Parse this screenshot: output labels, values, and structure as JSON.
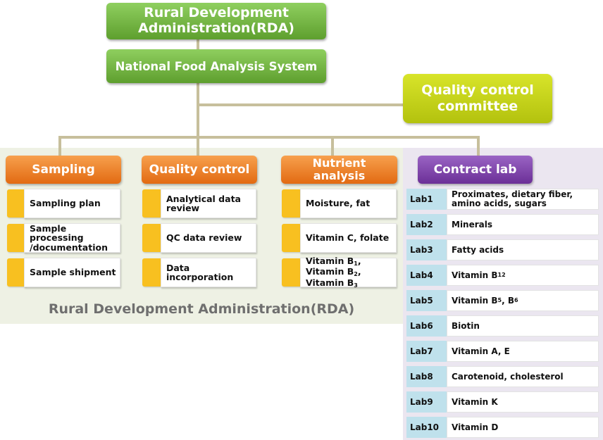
{
  "top": {
    "rda_line1": "Rural Development",
    "rda_line2": "Administration(RDA)",
    "nfas": "National Food Analysis System"
  },
  "qc_committee": {
    "line1": "Quality control",
    "line2": "committee"
  },
  "panel_title": "Rural Development Administration(RDA)",
  "columns": [
    {
      "header": "Sampling",
      "items": [
        "Sampling plan",
        "Sample processing /documentation",
        "Sample shipment"
      ]
    },
    {
      "header": "Quality control",
      "items": [
        "Analytical data review",
        "QC data review",
        "Data incorporation"
      ]
    },
    {
      "header_line1": "Nutrient",
      "header_line2": "analysis",
      "items": [
        "Moisture, fat",
        "Vitamin C, folate"
      ],
      "vitb": {
        "text": "Vitamin B",
        "s1": "1",
        "s2": "2",
        "s3": "3",
        "sep": ", "
      }
    }
  ],
  "contract": {
    "header": "Contract lab",
    "labs": [
      {
        "label": "Lab1",
        "desc": "Proximates, dietary fiber, amino acids, sugars"
      },
      {
        "label": "Lab2",
        "desc": "Minerals"
      },
      {
        "label": "Lab3",
        "desc": "Fatty acids"
      },
      {
        "label": "Lab4",
        "desc_main": "Vitamin B",
        "desc_sub": "12"
      },
      {
        "label": "Lab5",
        "desc_main": "Vitamin B",
        "desc_sub": "5",
        "desc_sep": ", B",
        "desc_sub2": "6"
      },
      {
        "label": "Lab6",
        "desc": "Biotin"
      },
      {
        "label": "Lab7",
        "desc": "Vitamin A, E"
      },
      {
        "label": "Lab8",
        "desc": "Carotenoid, cholesterol"
      },
      {
        "label": "Lab9",
        "desc": "Vitamin K"
      },
      {
        "label": "Lab10",
        "desc": "Vitamin D"
      }
    ]
  },
  "colors": {
    "green": "#6aab3a",
    "lime": "#c5d21a",
    "orange": "#f08a2c",
    "purple": "#7c3fa8",
    "panel_green": "#eef1e4",
    "panel_purple": "#ebe6f0",
    "tab": "#f8c020",
    "lab_label": "#bfe1ec"
  }
}
